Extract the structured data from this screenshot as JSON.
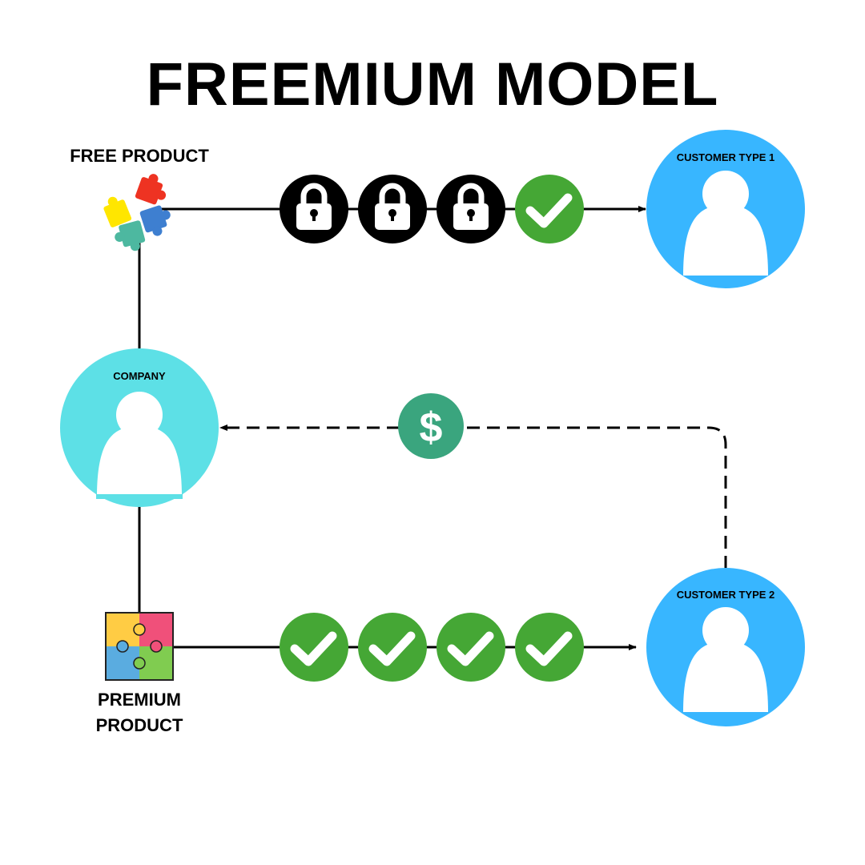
{
  "title": "FREEMIUM MODEL",
  "nodes": {
    "free_product": "FREE PRODUCT",
    "premium_product_line1": "PREMIUM",
    "premium_product_line2": "PRODUCT",
    "company": "COMPANY",
    "customer_type_1": "CUSTOMER TYPE 1",
    "customer_type_2": "CUSTOMER TYPE 2"
  },
  "icons": {
    "free_row": [
      "lock-icon",
      "lock-icon",
      "lock-icon",
      "check-icon"
    ],
    "premium_row": [
      "check-icon",
      "check-icon",
      "check-icon",
      "check-icon"
    ],
    "payment": "dollar-icon",
    "dollar_glyph": "$"
  },
  "colors": {
    "company_circle": "#5DE0E6",
    "customer_circle": "#38B6FF",
    "check_green": "#45A735",
    "lock_black": "#000000",
    "dollar_green": "#3AA57E",
    "puzzle_yellow": "#FFCC44",
    "puzzle_pink": "#F0507A",
    "puzzle_blue": "#5AACE0",
    "puzzle_green": "#80CC50",
    "puzzle_red": "#EE3322",
    "puzzle_teal": "#4DB8A0"
  }
}
